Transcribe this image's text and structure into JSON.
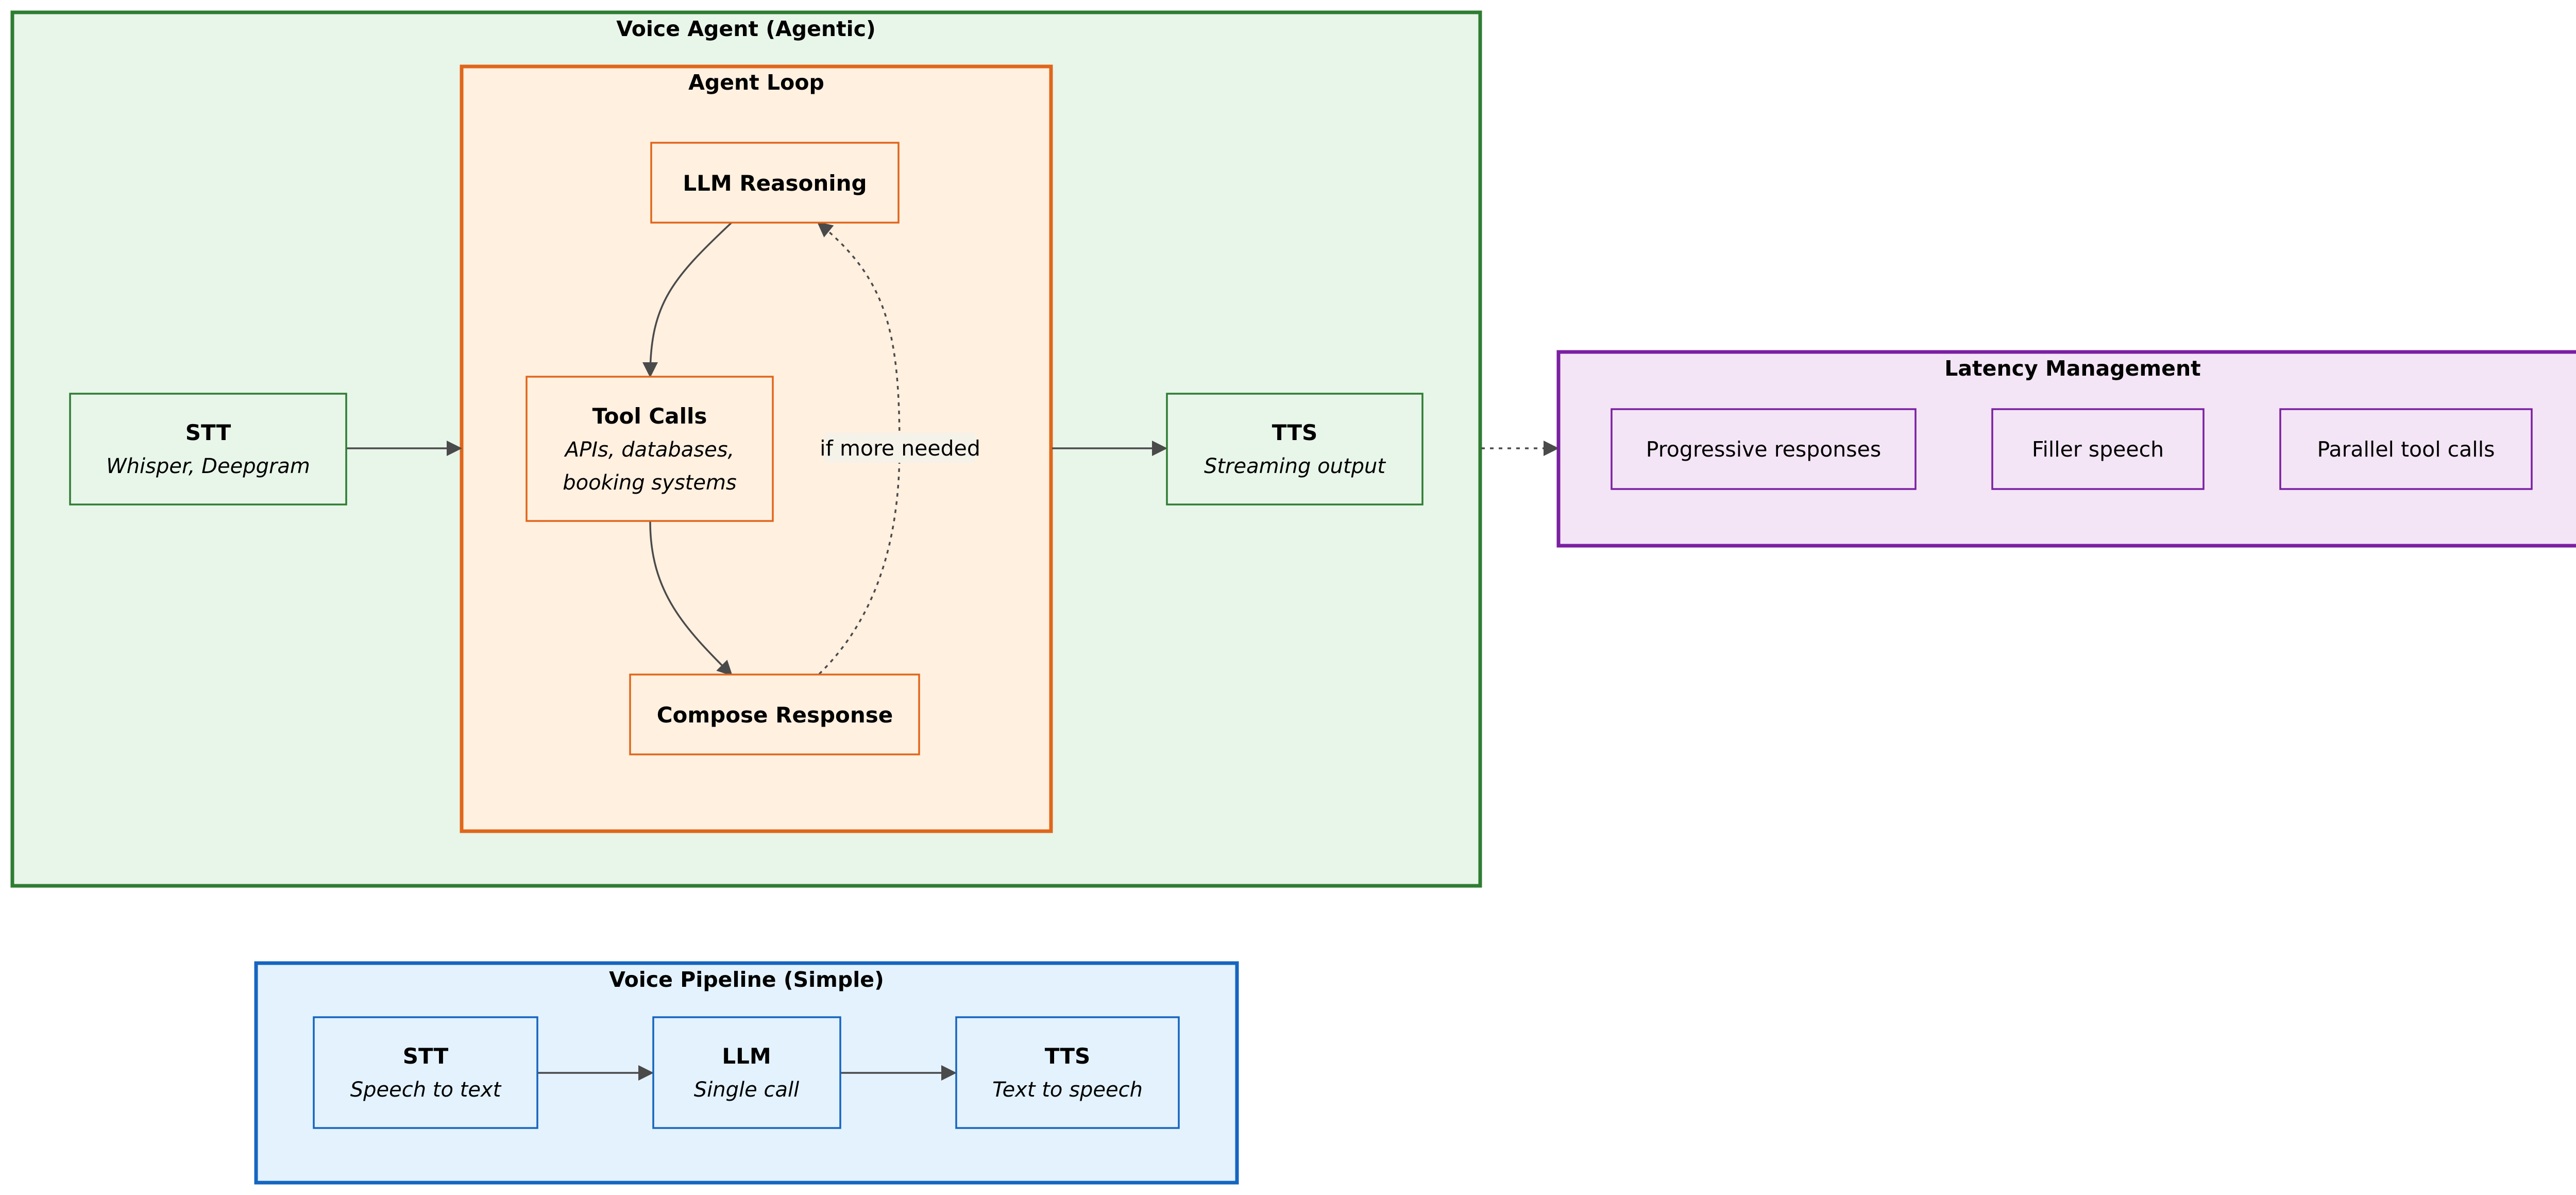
{
  "colors": {
    "agentic_fill": "#e8f5e9",
    "agentic_stroke": "#2e7d32",
    "loop_fill": "#fff0e0",
    "loop_stroke": "#e0661a",
    "latency_fill": "#f3e5f5",
    "latency_stroke": "#7b1fa2",
    "simple_fill": "#e3f2fd",
    "simple_stroke": "#1565c0",
    "edge": "#4a4a4a"
  },
  "agentic": {
    "title": "Voice Agent (Agentic)",
    "stt": {
      "title": "STT",
      "sub": "Whisper, Deepgram"
    },
    "tts": {
      "title": "TTS",
      "sub": "Streaming output"
    },
    "loop": {
      "title": "Agent Loop",
      "reasoning": "LLM Reasoning",
      "tool_calls": {
        "title": "Tool Calls",
        "sub_line1": "APIs, databases,",
        "sub_line2": "booking systems"
      },
      "compose": "Compose Response",
      "loop_label": "if more needed"
    }
  },
  "latency": {
    "title": "Latency Management",
    "items": [
      "Progressive responses",
      "Filler speech",
      "Parallel tool calls"
    ]
  },
  "simple": {
    "title": "Voice Pipeline (Simple)",
    "stt": {
      "title": "STT",
      "sub": "Speech to text"
    },
    "llm": {
      "title": "LLM",
      "sub": "Single call"
    },
    "tts": {
      "title": "TTS",
      "sub": "Text to speech"
    }
  }
}
